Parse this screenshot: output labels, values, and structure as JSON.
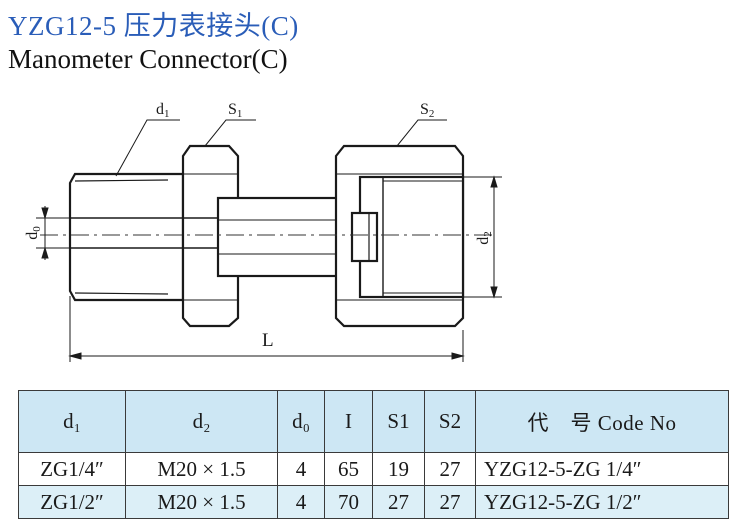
{
  "title_cn": "YZG12-5 压力表接头(C)",
  "title_en": "Manometer Connector(C)",
  "drawing": {
    "labels": {
      "d1": "d",
      "d1_sub": "1",
      "s1": "S",
      "s1_sub": "1",
      "s2": "S",
      "s2_sub": "2",
      "d0": "d",
      "d0_sub": "0",
      "d2": "d",
      "d2_sub": "2",
      "L": "L"
    }
  },
  "table": {
    "headers": [
      "d₁",
      "d₂",
      "d₀",
      "I",
      "S1",
      "S2",
      "代　号 Code  No"
    ],
    "rows": [
      [
        "ZG1/4″",
        "M20 × 1.5",
        "4",
        "65",
        "19",
        "27",
        "YZG12-5-ZG 1/4″"
      ],
      [
        "ZG1/2″",
        "M20 × 1.5",
        "4",
        "70",
        "27",
        "27",
        "YZG12-5-ZG 1/2″"
      ]
    ]
  }
}
